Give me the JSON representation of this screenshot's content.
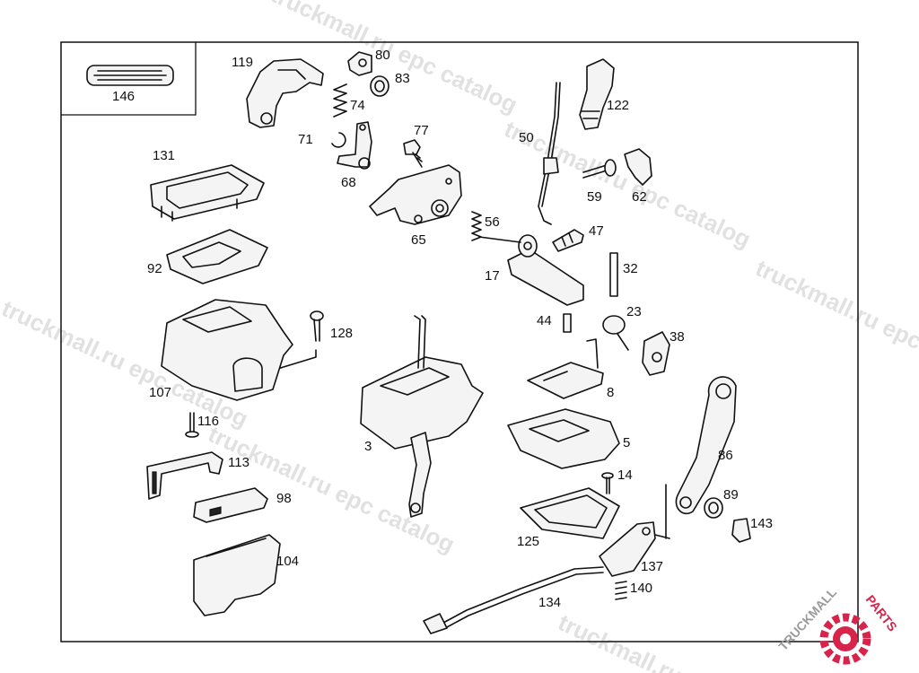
{
  "diagram": {
    "inset_label": "146",
    "labels": [
      "119",
      "80",
      "83",
      "74",
      "71",
      "68",
      "77",
      "65",
      "56",
      "50",
      "122",
      "59",
      "62",
      "47",
      "17",
      "32",
      "23",
      "44",
      "38",
      "131",
      "92",
      "128",
      "107",
      "3",
      "8",
      "5",
      "116",
      "113",
      "98",
      "104",
      "86",
      "14",
      "89",
      "143",
      "125",
      "137",
      "140",
      "134"
    ]
  },
  "watermarks": [
    "truckmall.ru epc catalog",
    "truckmall.ru epc catalog",
    "truckmall.ru epc catalog",
    "truckmall.ru epc catalog"
  ],
  "logo": {
    "text_a": "TRUCKMALL",
    "text_b": "PARTS",
    "brand_color": "#d6244a"
  }
}
